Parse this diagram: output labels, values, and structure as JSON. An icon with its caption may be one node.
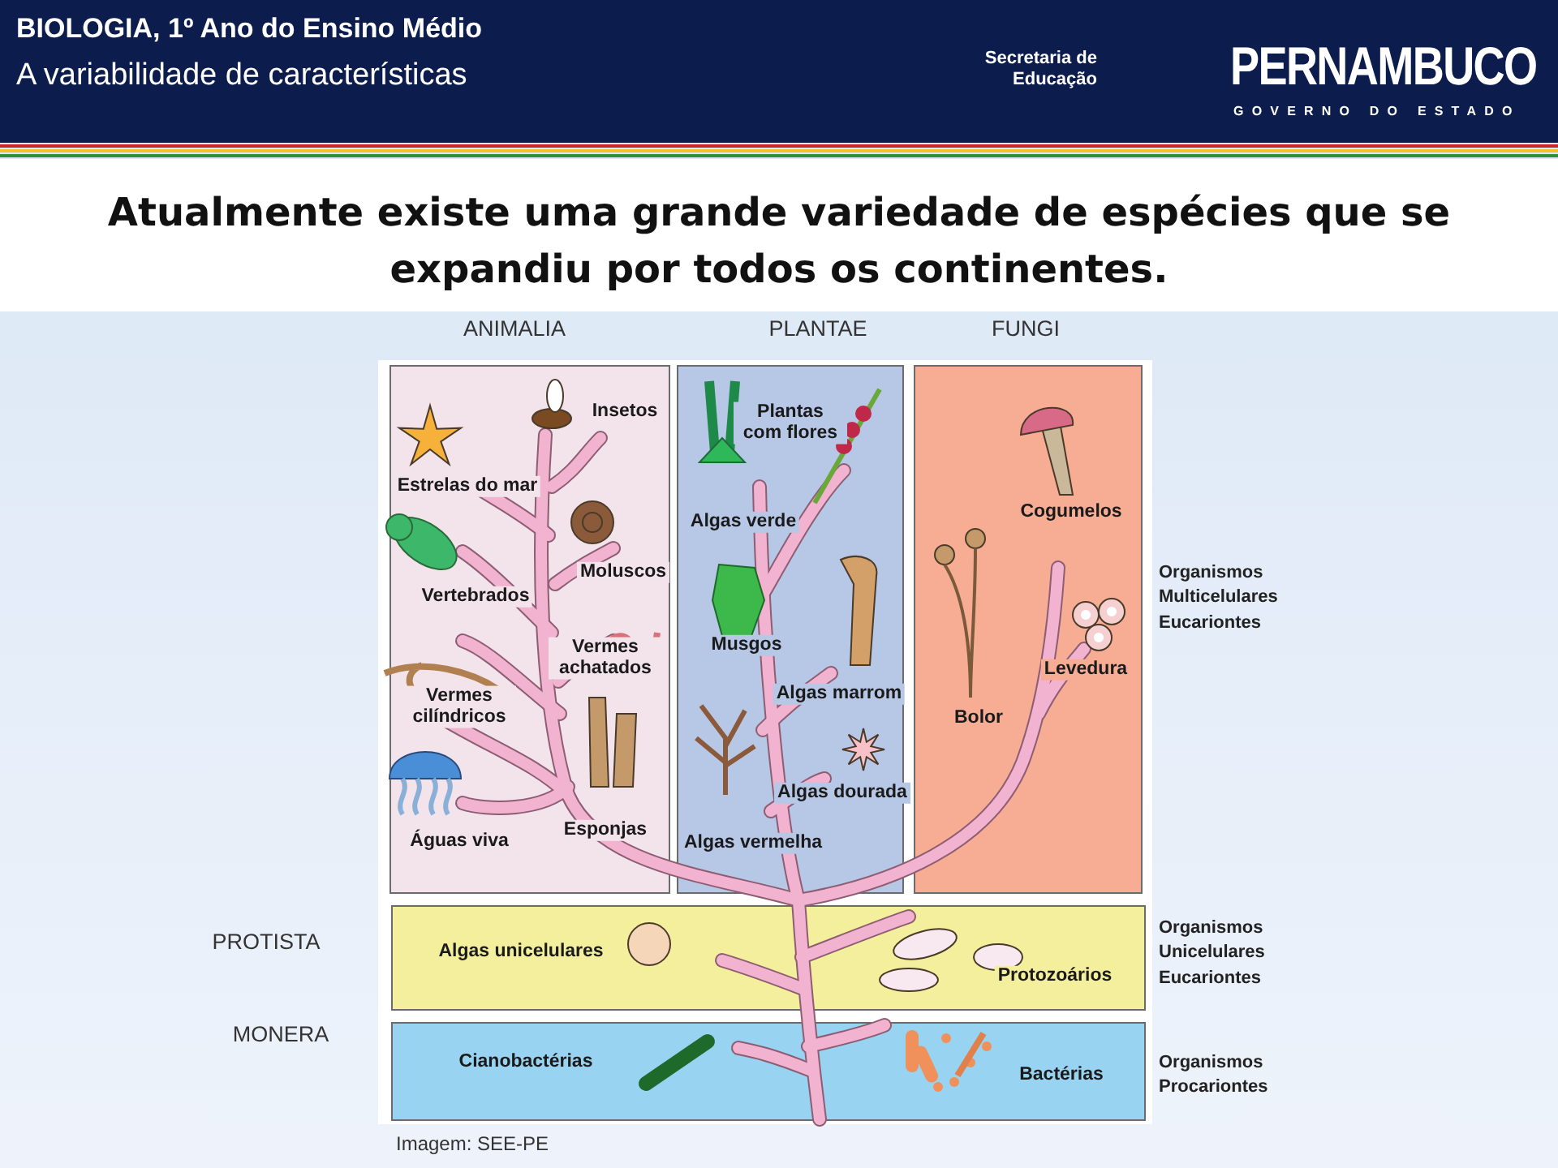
{
  "diagram": {
    "title": "Atualmente existe uma grande variedade de espécies que se expandiu por todos os continentes.",
    "nodes": [
      {
        "text": [
          "ANIMALIA",
          "Insetos",
          "Estrelas do mar",
          "Moluscos",
          "Vertebrados",
          "Vermes achatados",
          "Vermes cilíndricos",
          "Esponjas",
          "Águas viva"
        ]
      },
      {
        "text": [
          "PLANTAE",
          "Plantas com flores",
          "Algas verde",
          "Musgos",
          "Algas marrom",
          "Algas dourada",
          "Algas vermelha"
        ]
      },
      {
        "text": [
          "FUNGI",
          "Cogumelos",
          "Levedura",
          "Bolor"
        ]
      },
      {
        "text": [
          "PROTISTA",
          "Algas unicelulares",
          "Protozoários"
        ]
      },
      {
        "text": [
          "MONERA",
          "Cianobactérias",
          "Bactérias"
        ]
      }
    ],
    "labels": [
      "BIOLOGIA, 1º Ano do Ensino Médio",
      "A variabilidade de características",
      "Secretaria de Educação",
      "PERNAMBUCO",
      "GOVERNO DO ESTADO",
      "Organismos Multicelulares Eucariontes",
      "Organismos Unicelulares Eucariontes",
      "Organismos Procariontes",
      "Imagem: SEE-PE"
    ]
  }
}
